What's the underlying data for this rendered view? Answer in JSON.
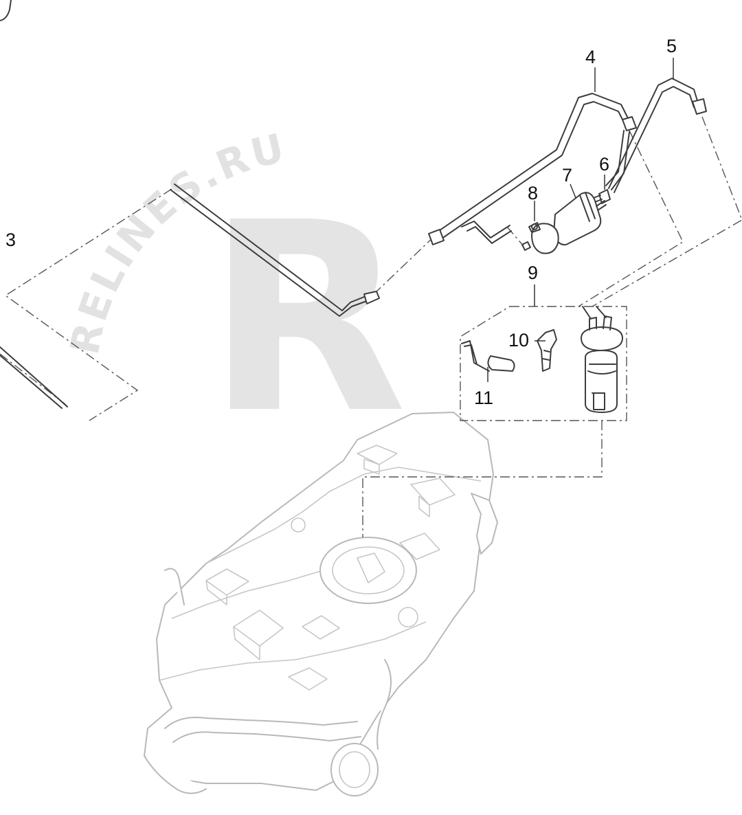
{
  "watermark": {
    "brand_text": "RELINES.RU",
    "logo_letter": "R",
    "text_color": "#e2e2e2"
  },
  "callouts": [
    {
      "id": "3",
      "label": "3"
    },
    {
      "id": "4",
      "label": "4"
    },
    {
      "id": "5",
      "label": "5"
    },
    {
      "id": "6",
      "label": "6"
    },
    {
      "id": "7",
      "label": "7"
    },
    {
      "id": "8",
      "label": "8"
    },
    {
      "id": "9",
      "label": "9"
    },
    {
      "id": "10",
      "label": "10"
    },
    {
      "id": "11",
      "label": "11"
    }
  ]
}
